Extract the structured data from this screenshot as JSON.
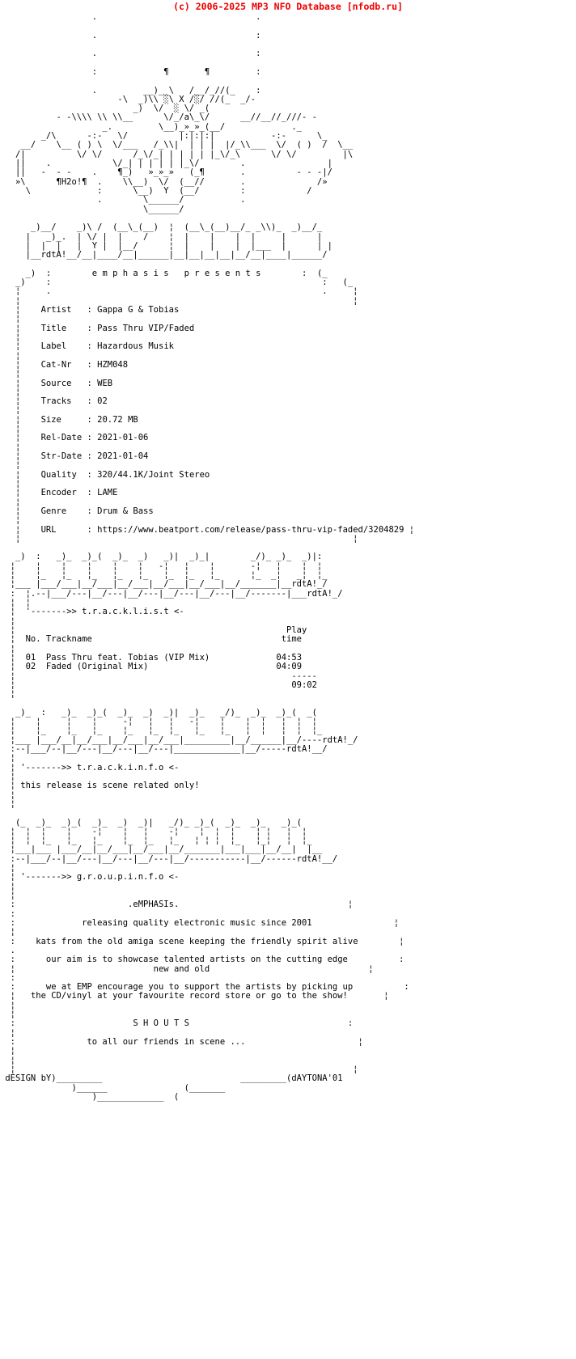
{
  "credit": {
    "text": "(c) 2006-2025 MP3 NFO Database [nfodb.ru]",
    "color": "#ee0000"
  },
  "colors": {
    "background": "#ffffff",
    "foreground": "#000000",
    "accent": "#ee0000"
  },
  "header": {
    "presents_line": "e m p h a s i s   p r e s e n t s",
    "group_tag": "rdtA!",
    "artist_tag": "¶H2o!¶"
  },
  "release_info": {
    "fields": [
      {
        "label": "Artist",
        "sep": ":",
        "value": "Gappa G & Tobias"
      },
      {
        "label": "Title",
        "sep": ":",
        "value": "Pass Thru VIP/Faded"
      },
      {
        "label": "Label",
        "sep": ":",
        "value": "Hazardous Musik"
      },
      {
        "label": "Cat-Nr",
        "sep": ":",
        "value": "HZM048"
      },
      {
        "label": "Source",
        "sep": ":",
        "value": "WEB"
      },
      {
        "label": "Tracks",
        "sep": ":",
        "value": "02"
      },
      {
        "label": "Size",
        "sep": ":",
        "value": "20.72 MB"
      },
      {
        "label": "Rel-Date",
        "sep": ":",
        "value": "2021-01-06"
      },
      {
        "label": "Str-Date",
        "sep": ":",
        "value": "2021-01-04"
      },
      {
        "label": "Quality",
        "sep": ":",
        "value": "320/44.1K/Joint Stereo"
      },
      {
        "label": "Encoder",
        "sep": ":",
        "value": "LAME"
      },
      {
        "label": "Genre",
        "sep": ":",
        "value": "Drum & Bass"
      },
      {
        "label": "URL",
        "sep": ":",
        "value": "https://www.beatport.com/release/pass-thru-vip-faded/3204829"
      }
    ]
  },
  "tracklist": {
    "section_title": "t.r.a.c.k.l.i.s.t",
    "section_arrow_left": "------->",
    "section_arrow_right": "<-",
    "header_no": "No.",
    "header_trackname": "Trackname",
    "header_playtime_line1": "Play",
    "header_playtime_line2": "time",
    "tracks": [
      {
        "no": "01",
        "name": "Pass Thru feat. Tobias (VIP Mix)",
        "time": "04:53"
      },
      {
        "no": "02",
        "name": "Faded (Original Mix)",
        "time": "04:09"
      }
    ],
    "total_rule": "-----",
    "total_time": "09:02"
  },
  "trackinfo": {
    "section_title": "t.r.a.c.k.i.n.f.o",
    "section_arrow_left": "------->",
    "section_arrow_right": "<-",
    "text": "this release is scene related only!"
  },
  "groupinfo": {
    "section_title": "g.r.o.u.p.i.n.f.o",
    "section_arrow_left": "------->",
    "section_arrow_right": "<-",
    "group_name": ".eMPHASIs.",
    "lines": [
      "releasing quality electronic music since 2001",
      "kats from the old amiga scene keeping the friendly spirit alive",
      "our aim is to showcase talented artists on the cutting edge",
      "new and old",
      "we at EMP encourage you to support the artists by picking up",
      "the CD/vinyl at your favourite record store or go to the show!"
    ],
    "shouts_title": "S H O U T S",
    "shouts_text": "to all our friends in scene ..."
  },
  "footer": {
    "design_by": "dESIGN bY)",
    "designer": "(dAYTONA'01"
  },
  "ascii": {
    "logo_top": [
      "                 .                       .",
      "                 .                       :",
      "                 .                       :",
      "                 :        ¶     ¶        :",
      "                 .    __)_\\__\\ /__/_//(_  .",
      "                  -\\  _)\\\\ ░\\X/░/ //(_ _/-",
      "                    _)  \\/ ░ \\/ _(",
      "        - -\\\\\\\\\\\\\\\\__    \\/_/a\\_\\/    __//__//_///- -",
      "              _.        \\__)_»_»_(__/          ._"
    ],
    "logo_mid": [
      "       _/\\     -:-              :|:|:|:|:              -:-     \\_",
      "   __/   \\__ ()  /\\___ \\/ ___/(_)\\|  |  |/(_)\\___ \\/ ___/\\  () __/   \\__",
      "  /|          \\/    /_\\/\\| ||| |/\\_/\\     |/\\/ |||  |\\/_\\    \\/          |\\",
      "  ||    .          \\_\\/  | ||| |  \\/_/    .          ||  - - -|/",
      "  ||   -  -    .    ¶_)  »_»_»  (_¶       .              |/»",
      "  »\\          :      \\\\__) \\/ (__//       :            /»",
      "    \\         :        \\__) Y (__/        :           /",
      "              .          \\______/         .",
      "                         \\______/"
    ],
    "logo_name": [
      "     _)__/   _)\\ /  (__\\_(__) |  (__\\_(__)__/_ _\\\\)_ _)__/_",
      "    |   _)_. | \\/ | |    /  ¦ |  |    |    |  |    |    |",
      "    |  |  |  |  Y |  |__/   ¦ |  |    |    |  |___ |    | |",
      "    |__rdtA!__/__|____/__|__|__|__|__|__|__/__|____|____/"
    ],
    "divider_left": "-\\",
    "divider_right": "/-"
  }
}
